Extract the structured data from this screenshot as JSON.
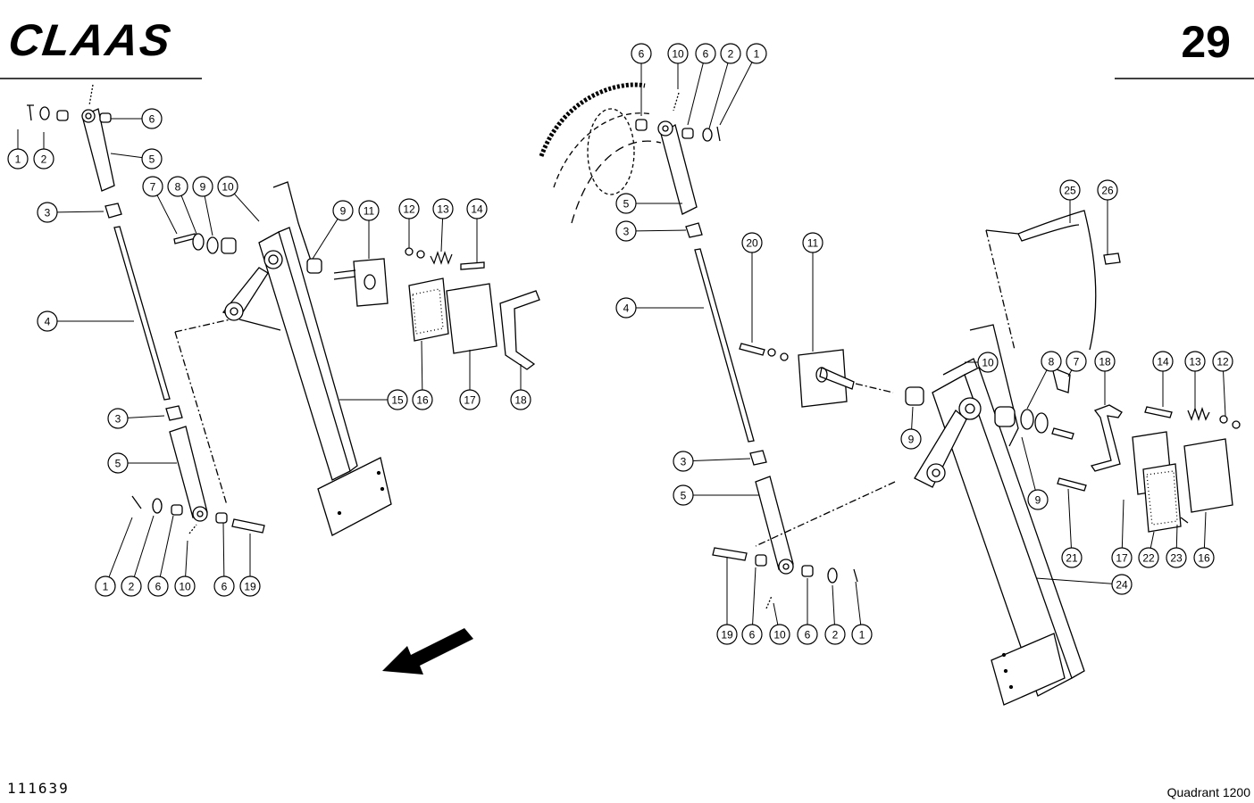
{
  "header": {
    "brand": "CLAAS",
    "page_number": "29"
  },
  "footer": {
    "drawing_number": "111639",
    "model": "Quadrant 1200"
  },
  "callouts_left": [
    "1",
    "2",
    "6",
    "5",
    "3",
    "4",
    "3",
    "5",
    "1",
    "2",
    "6",
    "10",
    "6",
    "19",
    "7",
    "8",
    "9",
    "10",
    "9",
    "11",
    "12",
    "13",
    "14",
    "15",
    "16",
    "17",
    "18"
  ],
  "callouts_right": [
    "6",
    "10",
    "6",
    "2",
    "1",
    "5",
    "3",
    "4",
    "3",
    "5",
    "19",
    "6",
    "10",
    "6",
    "2",
    "1",
    "20",
    "11",
    "9",
    "10",
    "25",
    "26",
    "8",
    "7",
    "18",
    "14",
    "13",
    "12",
    "9",
    "21",
    "17",
    "22",
    "23",
    "16",
    "24"
  ]
}
